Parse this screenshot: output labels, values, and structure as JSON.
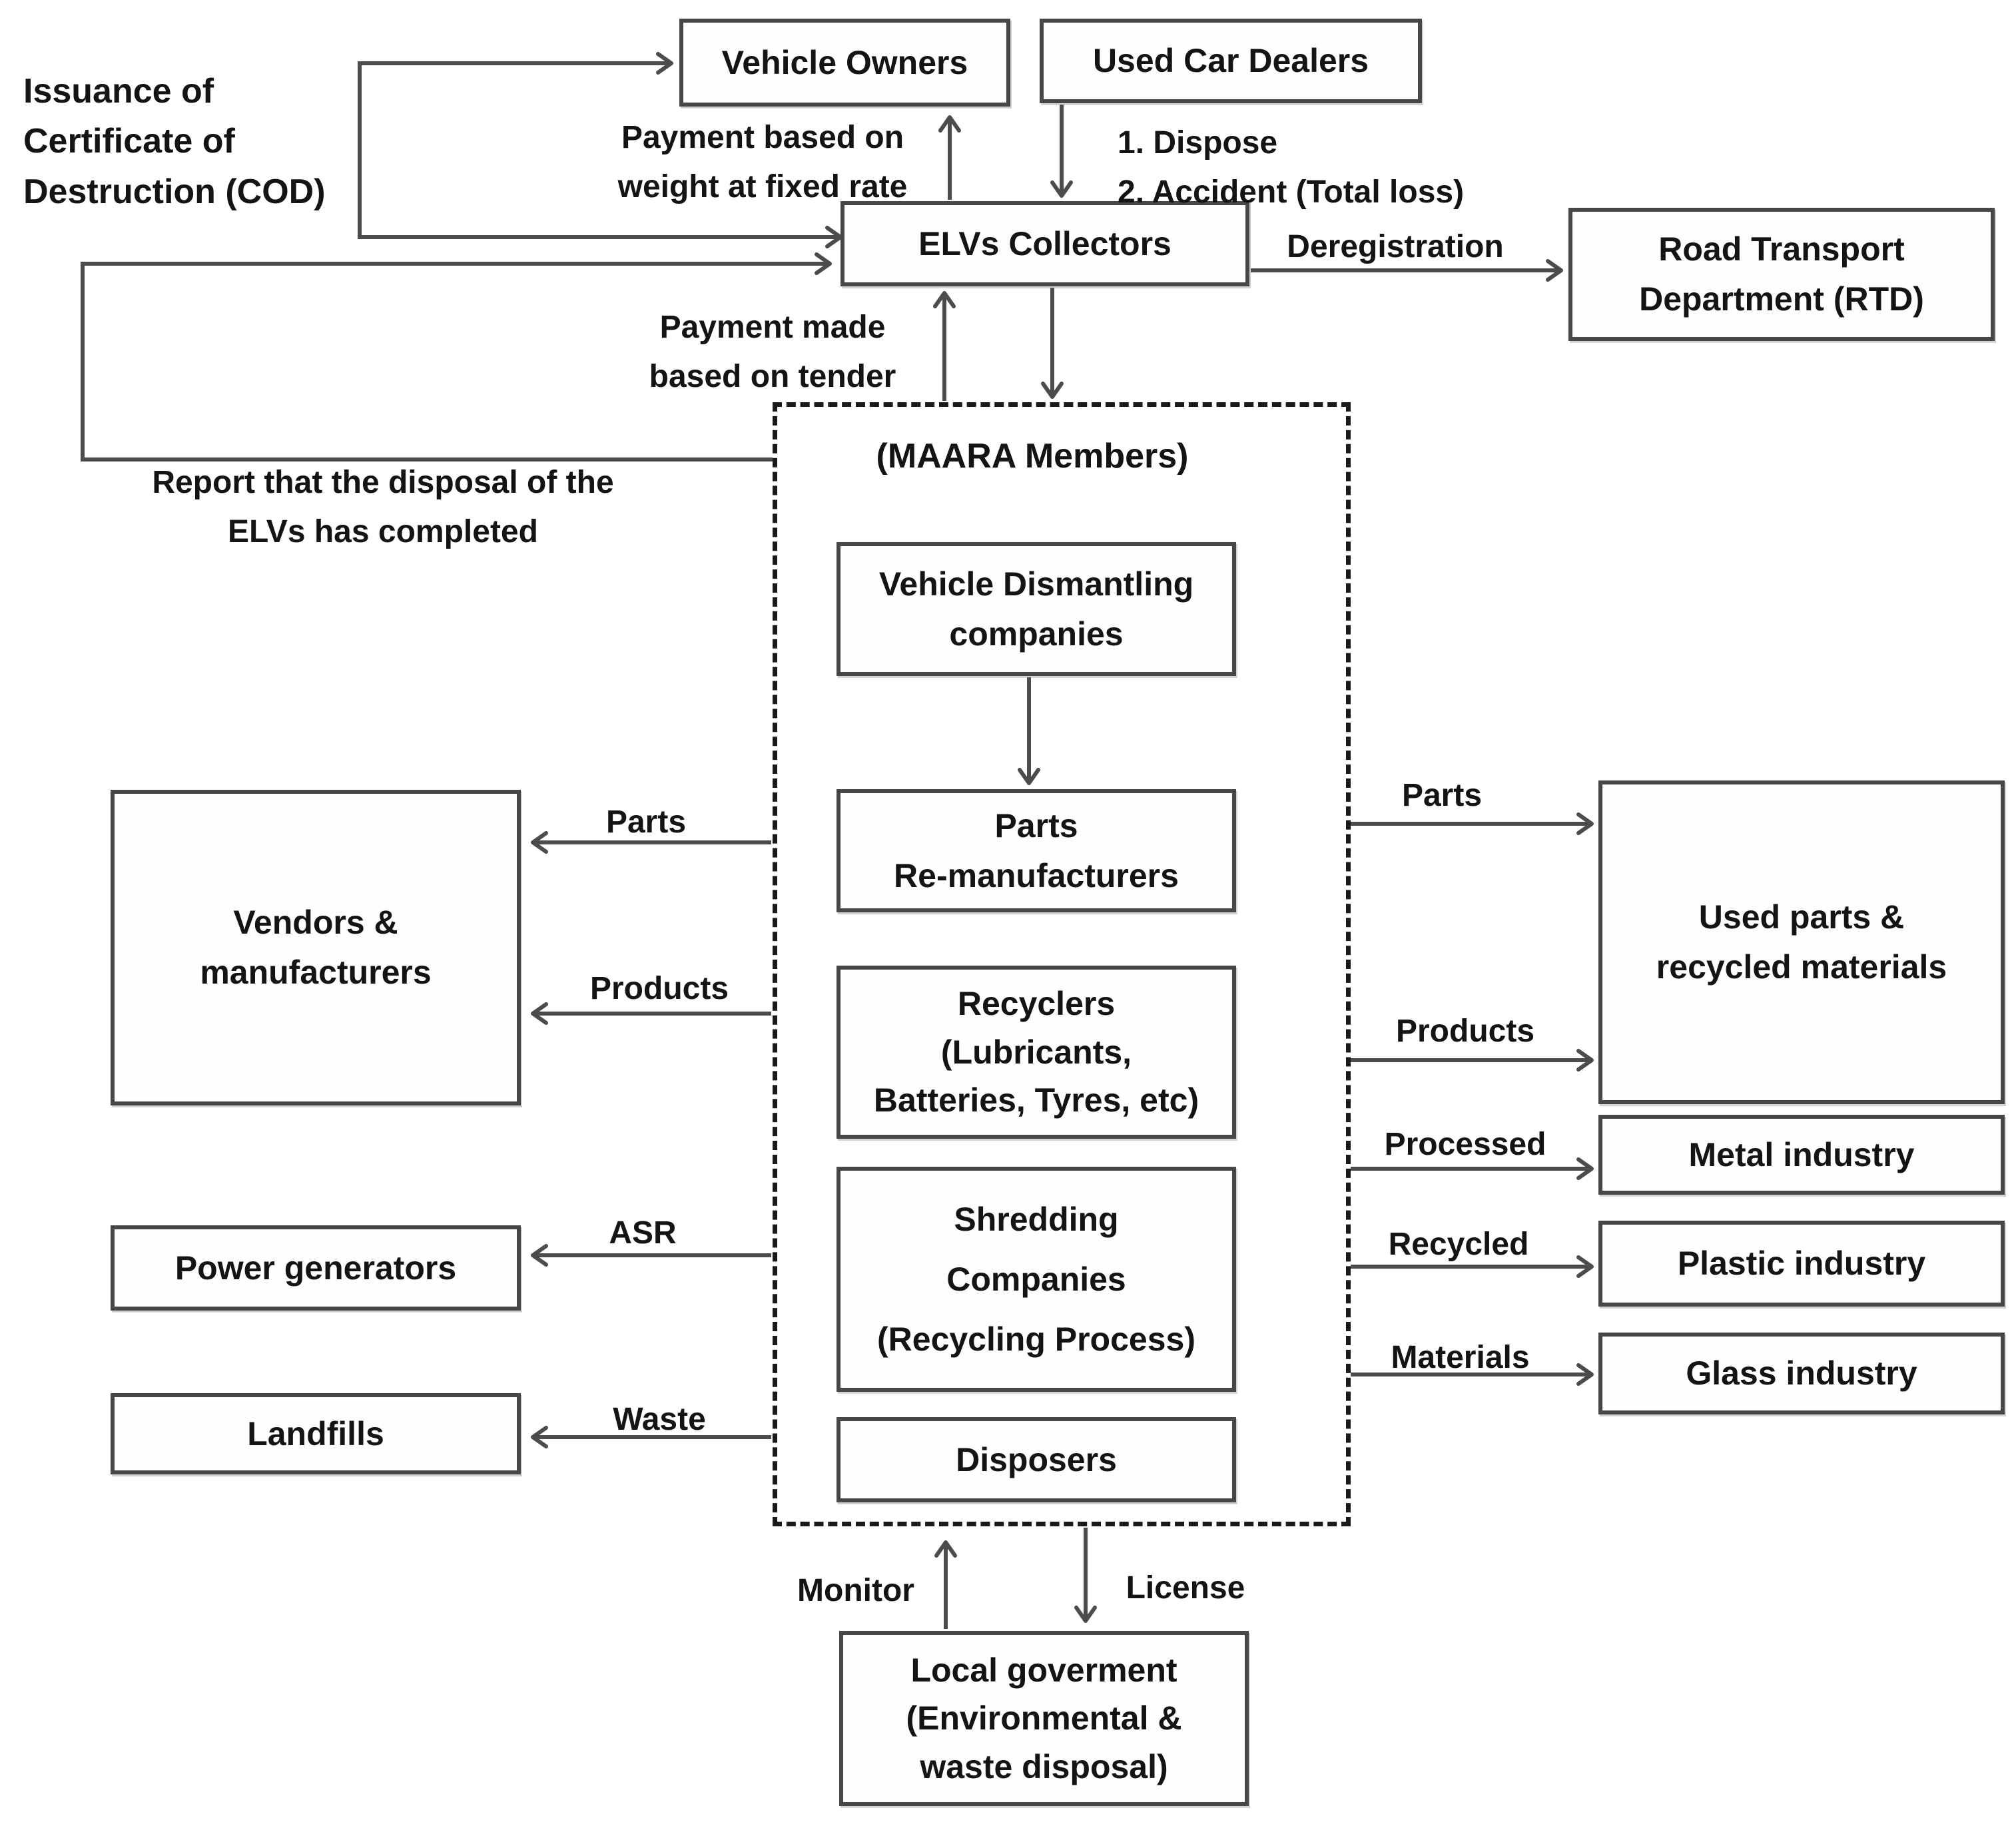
{
  "colors": {
    "background": "#ffffff",
    "line": "#4c4c4c",
    "box_border": "#474747",
    "dashed_border": "#1a1a1a",
    "text": "#141414"
  },
  "nodes": {
    "vehicle_owners": "Vehicle Owners",
    "used_car_dealers": "Used Car Dealers",
    "elvs_collectors": "ELVs Collectors",
    "rtd": [
      "Road Transport",
      "Department (RTD)"
    ],
    "maara_members": "(MAARA Members)",
    "vehicle_dismantling": [
      "Vehicle Dismantling",
      "companies"
    ],
    "parts_remanufacturers": [
      "Parts",
      "Re-manufacturers"
    ],
    "recyclers": [
      "Recyclers",
      "(Lubricants,",
      "Batteries, Tyres, etc)"
    ],
    "shredding": [
      "Shredding",
      "Companies",
      "(Recycling Process)"
    ],
    "disposers": "Disposers",
    "vendors_manufacturers": [
      "Vendors &",
      "manufacturers"
    ],
    "power_generators": "Power generators",
    "landfills": "Landfills",
    "used_parts_recycled": [
      "Used parts &",
      "recycled materials"
    ],
    "metal_industry": "Metal industry",
    "plastic_industry": "Plastic industry",
    "glass_industry": "Glass industry",
    "local_government": [
      "Local goverment",
      "(Environmental &",
      "waste disposal)"
    ]
  },
  "edge_labels": {
    "issuance_cod": [
      "Issuance of",
      "Certificate of",
      "Destruction (COD)"
    ],
    "payment_weight": [
      "Payment based on",
      "weight at fixed rate"
    ],
    "dealer_reasons": [
      "1. Dispose",
      "2. Accident (Total loss)"
    ],
    "deregistration": "Deregistration",
    "payment_tender": [
      "Payment made",
      "based on tender"
    ],
    "report_disposal": [
      "Report that the disposal of the",
      "ELVs has completed"
    ],
    "parts_to_vendors": "Parts",
    "products_to_vendors": "Products",
    "asr": "ASR",
    "waste": "Waste",
    "parts_to_market": "Parts",
    "products_to_market": "Products",
    "processed": "Processed",
    "recycled": "Recycled",
    "materials": "Materials",
    "monitor": "Monitor",
    "license": "License"
  }
}
